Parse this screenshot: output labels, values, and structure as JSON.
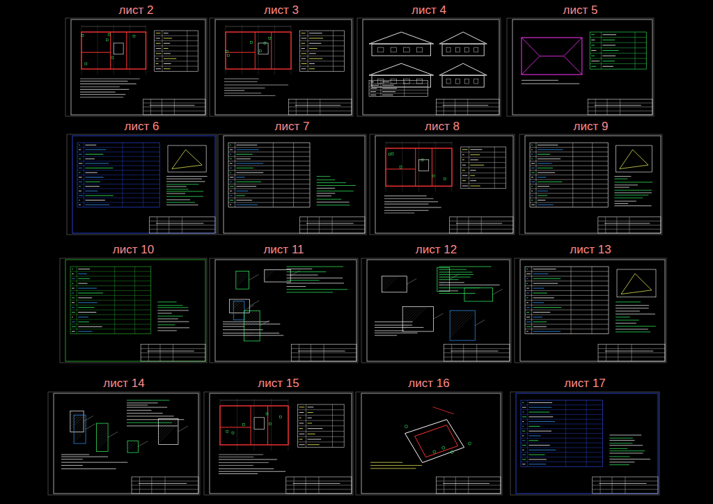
{
  "diagram": {
    "nodes": [
      {
        "text": [
          "лист 2"
        ]
      },
      {
        "text": [
          "лист 3"
        ]
      },
      {
        "text": [
          "лист 4"
        ]
      },
      {
        "text": [
          "лист 5"
        ]
      },
      {
        "text": [
          "лист 6"
        ]
      },
      {
        "text": [
          "лист 7"
        ]
      },
      {
        "text": [
          "лист 8"
        ]
      },
      {
        "text": [
          "лист 9"
        ]
      },
      {
        "text": [
          "лист 10"
        ]
      },
      {
        "text": [
          "лист 11"
        ]
      },
      {
        "text": [
          "лист 12"
        ]
      },
      {
        "text": [
          "лист 13"
        ]
      },
      {
        "text": [
          "лист 14"
        ]
      },
      {
        "text": [
          "лист 15"
        ]
      },
      {
        "text": [
          "лист 16"
        ]
      },
      {
        "text": [
          "лист 17"
        ]
      }
    ]
  }
}
